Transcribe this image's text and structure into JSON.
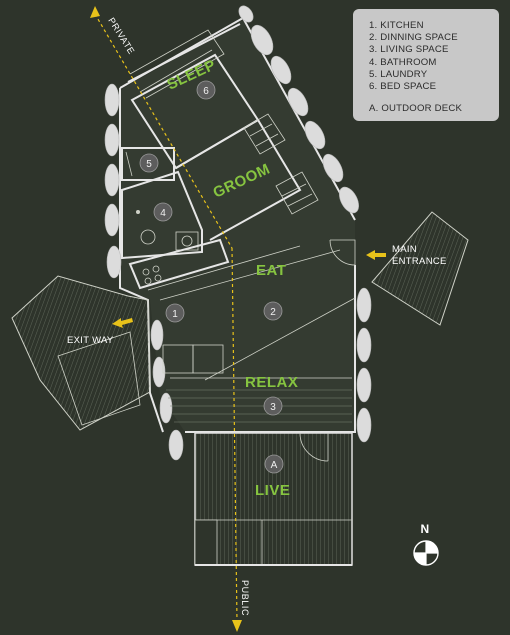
{
  "legend": {
    "items": [
      "1. KITCHEN",
      "2. DINNING SPACE",
      "3. LIVING SPACE",
      "4. BATHROOM",
      "5. LAUNDRY",
      "6. BED SPACE"
    ],
    "outdoor": "A. OUTDOOR DECK"
  },
  "zones": {
    "sleep": "SLEEP",
    "groom": "GROOM",
    "eat": "EAT",
    "relax": "RELAX",
    "live": "LIVE"
  },
  "markers": [
    "1",
    "2",
    "3",
    "4",
    "5",
    "6",
    "A"
  ],
  "labels": {
    "main_entrance_1": "MAIN",
    "main_entrance_2": "ENTRANCE",
    "exit_way": "EXIT WAY"
  },
  "axis": {
    "private": "PRIVATE",
    "public": "PUBLIC"
  },
  "compass": "N",
  "colors": {
    "background": "#2e342b",
    "accent": "#86c440",
    "axis_line": "#e8c21a",
    "legend_bg": "#c8c8c8"
  }
}
